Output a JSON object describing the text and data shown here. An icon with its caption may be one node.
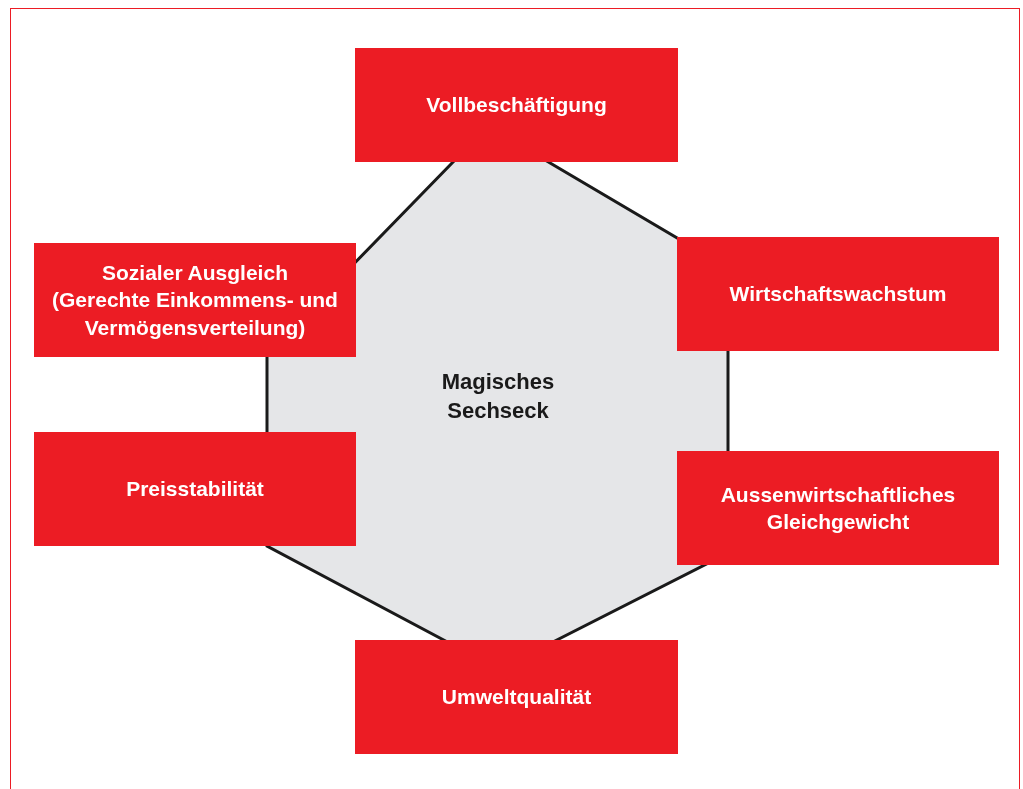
{
  "diagram": {
    "nodes": [
      {
        "text": [
          "Magisches Sechseck"
        ]
      },
      {
        "text": [
          "Vollbeschäftigung"
        ]
      },
      {
        "text": [
          "Sozialer Ausgleich",
          "(Gerechte Einkommens- und Vermögensverteilung)"
        ]
      },
      {
        "text": [
          "Wirtschaftswachstum"
        ]
      },
      {
        "text": [
          "Preisstabilität"
        ]
      },
      {
        "text": [
          "Aussenwirtschaftliches Gleichgewicht"
        ]
      },
      {
        "text": [
          "Umweltqualität"
        ]
      }
    ]
  }
}
